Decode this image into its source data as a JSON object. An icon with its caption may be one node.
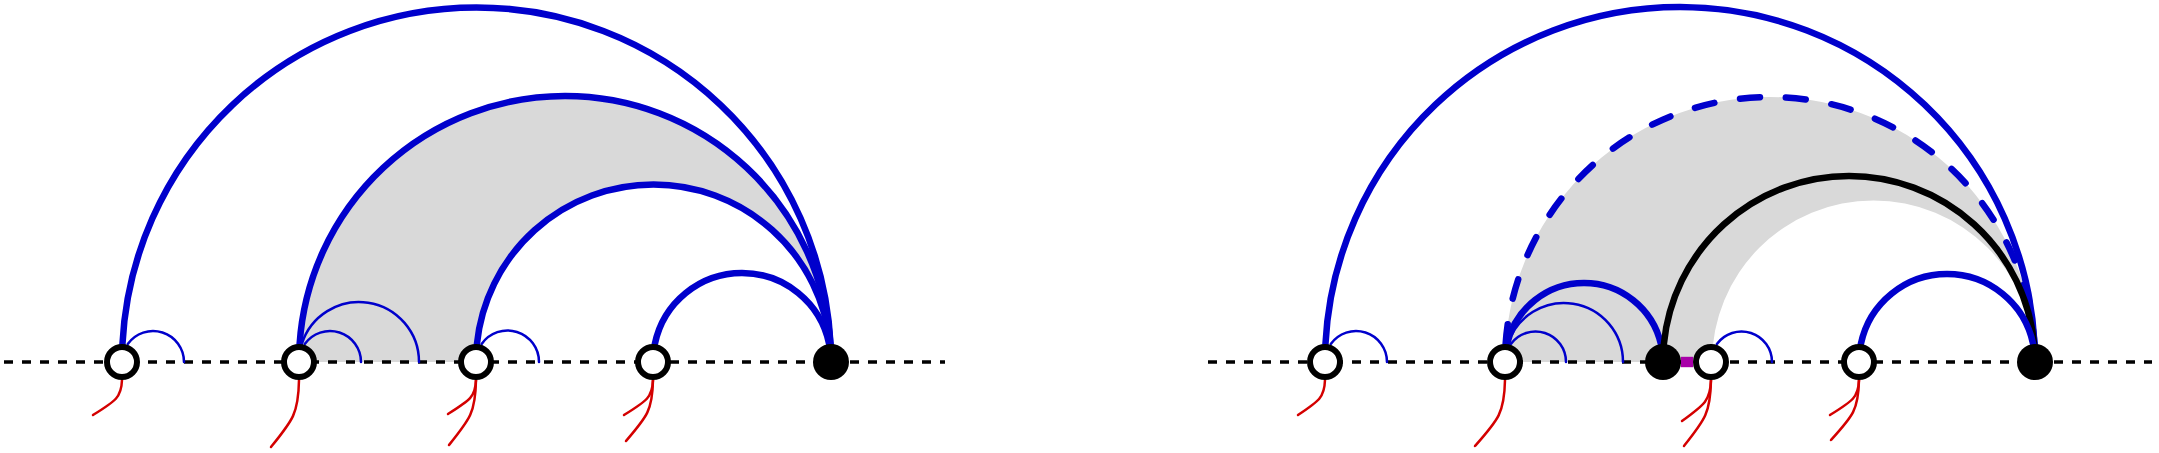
{
  "diagram": {
    "nodes": [
      {
        "text": [],
        "shape": "line"
      },
      {
        "text": [],
        "shape": "circle"
      },
      {
        "text": [],
        "shape": "circle"
      },
      {
        "text": [],
        "shape": "circle"
      },
      {
        "text": [],
        "shape": "circle"
      },
      {
        "text": [],
        "shape": "dot"
      },
      {
        "text": [],
        "shape": "line"
      },
      {
        "text": [],
        "shape": "circle"
      },
      {
        "text": [],
        "shape": "circle"
      },
      {
        "text": [],
        "shape": "dot"
      },
      {
        "text": [],
        "shape": "circle"
      },
      {
        "text": [],
        "shape": "circle"
      },
      {
        "text": [],
        "shape": "dot"
      }
    ],
    "edges": [
      {
        "from": 1,
        "to": 5,
        "arrow": "none",
        "style": "thick"
      },
      {
        "from": 1,
        "to": 0,
        "arrow": "none"
      },
      {
        "from": 2,
        "to": 5,
        "arrow": "none",
        "style": "thick"
      },
      {
        "from": 2,
        "to": 0,
        "arrow": "none"
      },
      {
        "from": 2,
        "to": 0,
        "arrow": "none"
      },
      {
        "from": 3,
        "to": 5,
        "arrow": "none",
        "style": "thick"
      },
      {
        "from": 3,
        "to": 0,
        "arrow": "none"
      },
      {
        "from": 4,
        "to": 5,
        "arrow": "none",
        "style": "thick"
      },
      {
        "from": 1,
        "to": null,
        "arrow": "none",
        "color": "#d40000"
      },
      {
        "from": 2,
        "to": null,
        "arrow": "none",
        "color": "#d40000"
      },
      {
        "from": 3,
        "to": null,
        "arrow": "none",
        "color": "#d40000"
      },
      {
        "from": 3,
        "to": null,
        "arrow": "none",
        "color": "#d40000"
      },
      {
        "from": 4,
        "to": null,
        "arrow": "none",
        "color": "#d40000"
      },
      {
        "from": 4,
        "to": null,
        "arrow": "none",
        "color": "#d40000"
      },
      {
        "from": 7,
        "to": 12,
        "arrow": "none",
        "style": "thick"
      },
      {
        "from": 7,
        "to": 6,
        "arrow": "none"
      },
      {
        "from": 8,
        "to": 12,
        "arrow": "none",
        "style": "dashed"
      },
      {
        "from": 8,
        "to": 9,
        "arrow": "none",
        "style": "thick"
      },
      {
        "from": 8,
        "to": 6,
        "arrow": "none"
      },
      {
        "from": 8,
        "to": 6,
        "arrow": "none"
      },
      {
        "from": 9,
        "to": 12,
        "arrow": "none",
        "style": "thick",
        "color": "#000000"
      },
      {
        "from": 9,
        "to": 10,
        "arrow": "none",
        "style": "thick",
        "color": "#a800a8"
      },
      {
        "from": 10,
        "to": 6,
        "arrow": "none"
      },
      {
        "from": 11,
        "to": 12,
        "arrow": "none",
        "style": "thick"
      },
      {
        "from": 7,
        "to": null,
        "arrow": "none",
        "color": "#d40000"
      },
      {
        "from": 8,
        "to": null,
        "arrow": "none",
        "color": "#d40000"
      },
      {
        "from": 10,
        "to": null,
        "arrow": "none",
        "color": "#d40000"
      },
      {
        "from": 10,
        "to": null,
        "arrow": "none",
        "color": "#d40000"
      },
      {
        "from": 11,
        "to": null,
        "arrow": "none",
        "color": "#d40000"
      },
      {
        "from": 11,
        "to": null,
        "arrow": "none",
        "color": "#d40000"
      }
    ]
  }
}
